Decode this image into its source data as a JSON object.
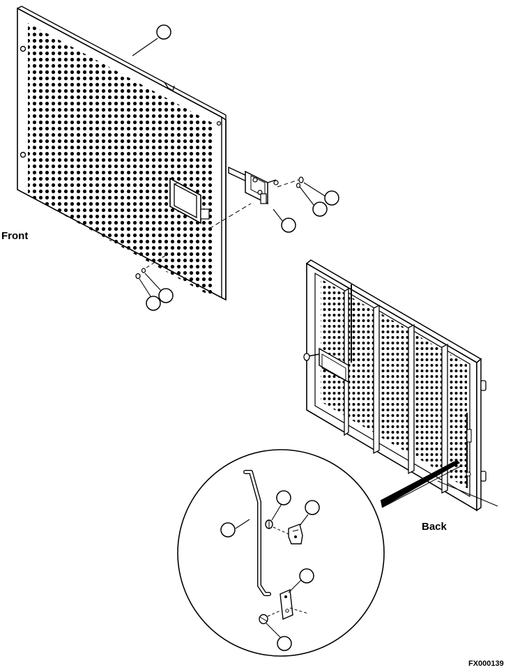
{
  "labels": {
    "front": "Front",
    "back": "Back",
    "figure_id": "FX000139"
  },
  "callouts": [
    {
      "name": "callout-front-door-panel"
    },
    {
      "name": "callout-latch-assembly"
    },
    {
      "name": "callout-latch-screw"
    },
    {
      "name": "callout-latch-washer"
    },
    {
      "name": "callout-bottom-screw"
    },
    {
      "name": "callout-bottom-washer"
    },
    {
      "name": "callout-lock-rod"
    },
    {
      "name": "callout-upper-screw"
    },
    {
      "name": "callout-upper-guide-clip"
    },
    {
      "name": "callout-lower-guide-bracket"
    },
    {
      "name": "callout-lower-screw"
    }
  ],
  "colors": {
    "line": "#000000",
    "background": "#ffffff"
  }
}
